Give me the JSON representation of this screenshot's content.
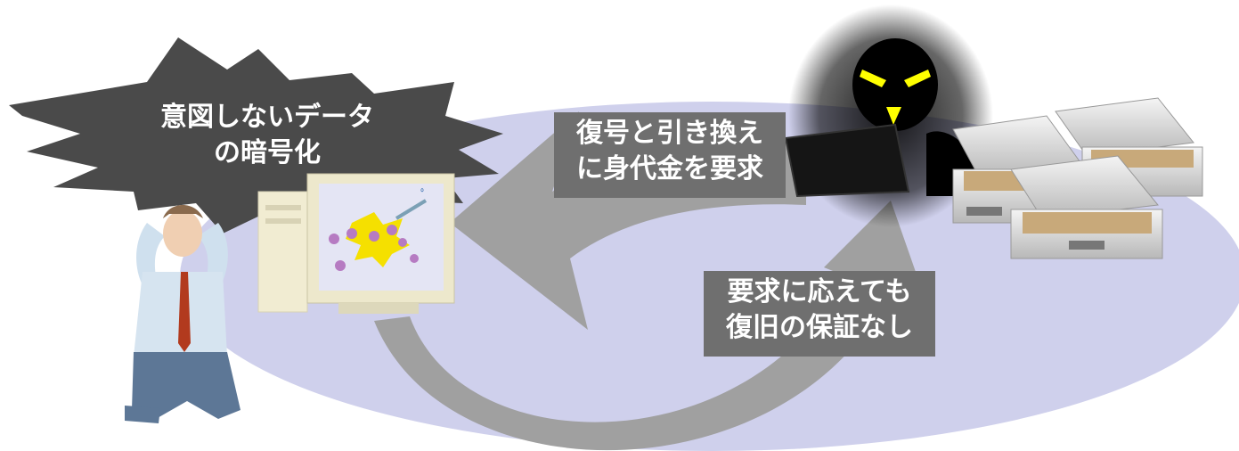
{
  "burst": {
    "line1": "意図しないデータ",
    "line2": "の暗号化"
  },
  "demand": {
    "line1": "復号と引き換え",
    "line2": "に身代金を要求"
  },
  "no_guarantee": {
    "line1": "要求に応えても",
    "line2": "復旧の保証なし"
  },
  "colors": {
    "ellipse": "#cfd0ec",
    "arrow": "#a0a0a0",
    "label_box": "#6f6f6f",
    "burst": "#4a4a4a",
    "hacker_eyes": "#ffff00"
  },
  "icons": [
    "distressed-person-icon",
    "computer-virus-icon",
    "hacker-icon",
    "money-case-icon"
  ]
}
